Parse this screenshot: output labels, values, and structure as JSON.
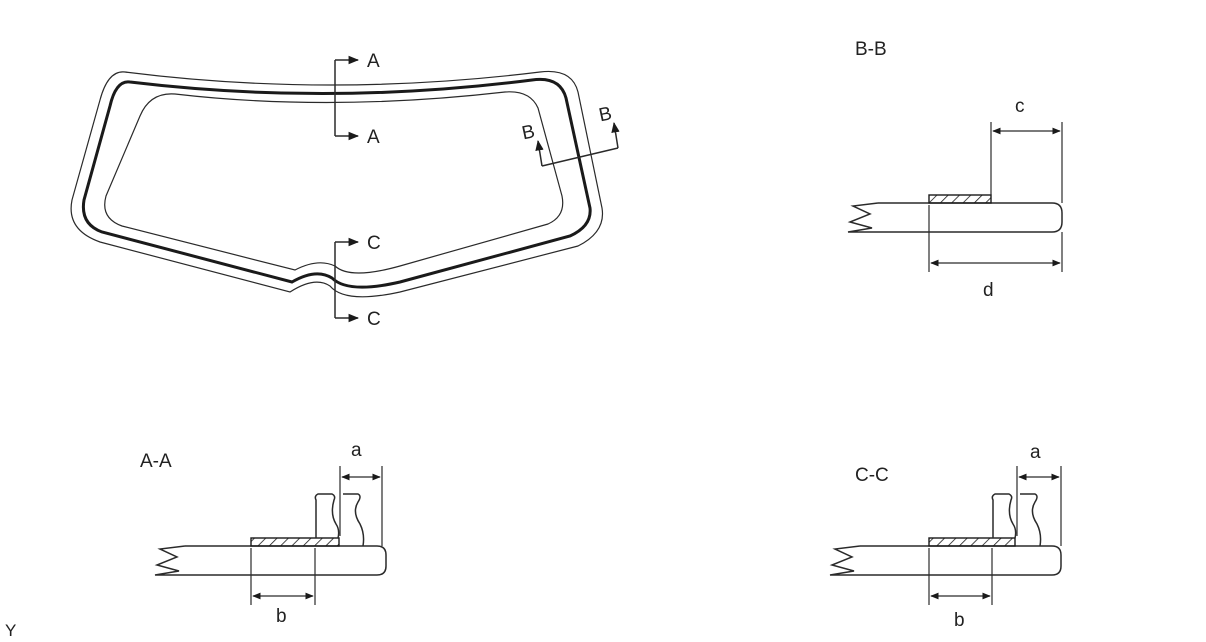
{
  "overview": {
    "cut_a_top": "A",
    "cut_a_bottom": "A",
    "cut_b_left": "B",
    "cut_b_right": "B",
    "cut_c_top": "C",
    "cut_c_bottom": "C"
  },
  "section_bb": {
    "title": "B-B",
    "dim_top": "c",
    "dim_bottom": "d"
  },
  "section_aa": {
    "title": "A-A",
    "dim_top": "a",
    "dim_bottom": "b"
  },
  "section_cc": {
    "title": "C-C",
    "dim_top": "a",
    "dim_bottom": "b"
  },
  "corner_mark": "Y"
}
